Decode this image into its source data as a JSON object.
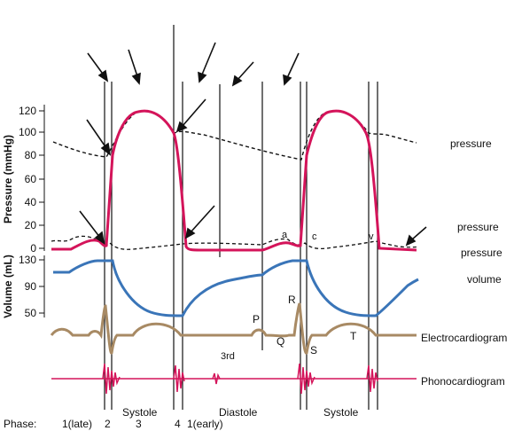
{
  "pressure_axis": {
    "label": "Pressure (mmHg)",
    "ticks": [
      "120",
      "100",
      "80",
      "60",
      "40",
      "20",
      "0"
    ]
  },
  "volume_axis": {
    "label": "Volume (mL)",
    "ticks": [
      "130",
      "90",
      "50"
    ]
  },
  "right_labels": {
    "aortic_pressure": "pressure",
    "atrial_pressure": "pressure",
    "ventricular_pressure": "pressure",
    "ventricular_volume": "volume",
    "ecg": "Electrocardiogram",
    "phono": "Phonocardiogram"
  },
  "wave_labels": {
    "a": "a",
    "c": "c",
    "v": "v",
    "P": "P",
    "Q": "Q",
    "R": "R",
    "S": "S",
    "T": "T",
    "third": "3rd"
  },
  "period_labels": {
    "systole_1": "Systole",
    "diastole": "Diastole",
    "systole_2": "Systole"
  },
  "phase_row": {
    "title": "Phase:",
    "late": "1(late)",
    "p2": "2",
    "p3": "3",
    "p4": "4",
    "early": "1(early)"
  },
  "colors": {
    "ventricular_pressure": "#d4145a",
    "volume": "#3a75b8",
    "ecg": "#a88a64",
    "phono": "#d4145a",
    "dashed": "#111111"
  }
}
